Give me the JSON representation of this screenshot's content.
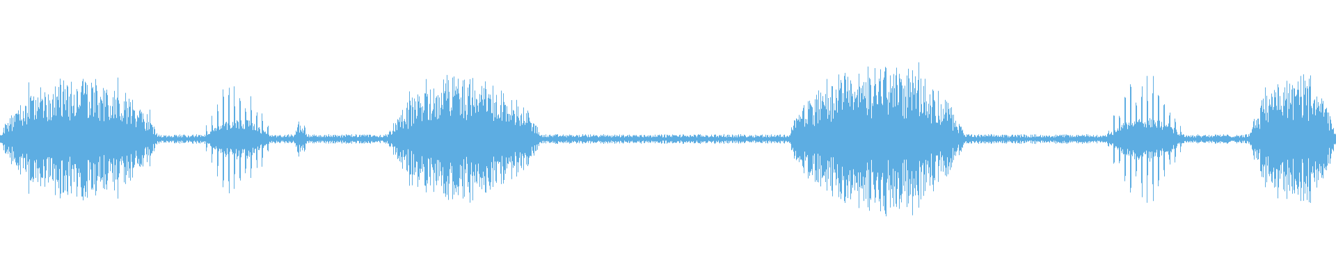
{
  "waveform": {
    "color": "#5dade2",
    "background": "#ffffff",
    "type": "audio-waveform",
    "segments": [
      {
        "start": 0.0,
        "end": 0.118,
        "amp": 0.47,
        "shape": "dense"
      },
      {
        "start": 0.15,
        "end": 0.205,
        "amp": 0.46,
        "shape": "spiky"
      },
      {
        "start": 0.218,
        "end": 0.232,
        "amp": 0.15,
        "shape": "blip"
      },
      {
        "start": 0.29,
        "end": 0.405,
        "amp": 0.47,
        "shape": "dense"
      },
      {
        "start": 0.59,
        "end": 0.722,
        "amp": 0.57,
        "shape": "dense"
      },
      {
        "start": 0.826,
        "end": 0.888,
        "amp": 0.53,
        "shape": "spiky"
      },
      {
        "start": 0.935,
        "end": 1.0,
        "amp": 0.49,
        "shape": "dense"
      }
    ],
    "noise_floor": 0.03
  }
}
